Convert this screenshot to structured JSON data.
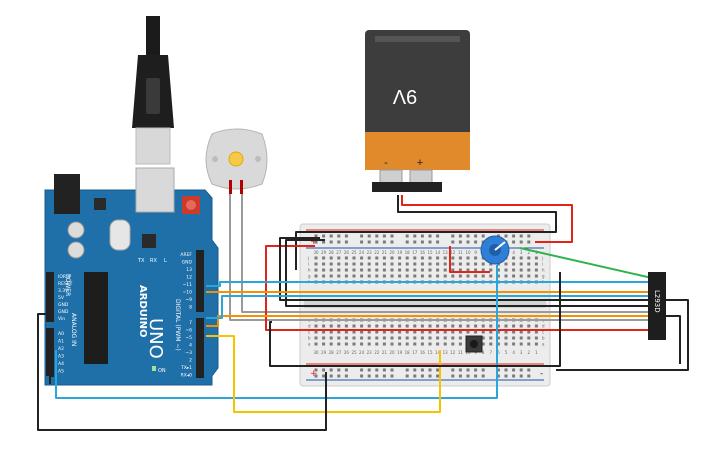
{
  "battery": {
    "voltage_label": "9V",
    "minus_label": "-",
    "plus_label": "+"
  },
  "arduino": {
    "brand": "ARDUINO",
    "model": "UNO",
    "power_header": "POWER",
    "analog_header": "ANALOG IN",
    "digital_header": "DIGITAL (PWM ~)",
    "on_label": "ON",
    "tx_label": "TX",
    "rx_label": "RX",
    "l_label": "L",
    "power_pins": [
      "IOREF",
      "RESET",
      "3.3V",
      "5V",
      "GND",
      "GND",
      "Vin"
    ],
    "analog_pins": [
      "A0",
      "A1",
      "A2",
      "A3",
      "A4",
      "A5"
    ],
    "top_pins": [
      "AREF",
      "GND",
      "13",
      "12",
      "~11",
      "~10",
      "~9",
      "8"
    ],
    "bottom_pins": [
      "7",
      "~6",
      "~5",
      "4",
      "~3",
      "2",
      "TX▸1",
      "RX◂0"
    ]
  },
  "driver": {
    "label": "L293D"
  },
  "breadboard": {
    "columns": [
      "30",
      "29",
      "28",
      "27",
      "26",
      "25",
      "24",
      "23",
      "22",
      "21",
      "20",
      "19",
      "18",
      "17",
      "16",
      "15",
      "14",
      "13",
      "12",
      "11",
      "10",
      "9",
      "8",
      "7",
      "6",
      "5",
      "4",
      "3",
      "2",
      "1"
    ],
    "rows": [
      "j",
      "i",
      "h",
      "g",
      "f",
      "e",
      "d",
      "c",
      "b",
      "a"
    ],
    "plus_label": "+",
    "minus_label": "-"
  },
  "colors": {
    "wire_red": "#e2231a",
    "wire_black": "#222222",
    "wire_blue": "#2aa6d8",
    "wire_orange": "#f39200",
    "wire_yellow": "#f5c400",
    "wire_green": "#2fb34a",
    "wire_gray": "#9a9a9a",
    "board_blue": "#1f6fa8",
    "battery_body": "#3d3d3d",
    "battery_band": "#e08a2c",
    "pot_blue": "#2f7fd6"
  }
}
